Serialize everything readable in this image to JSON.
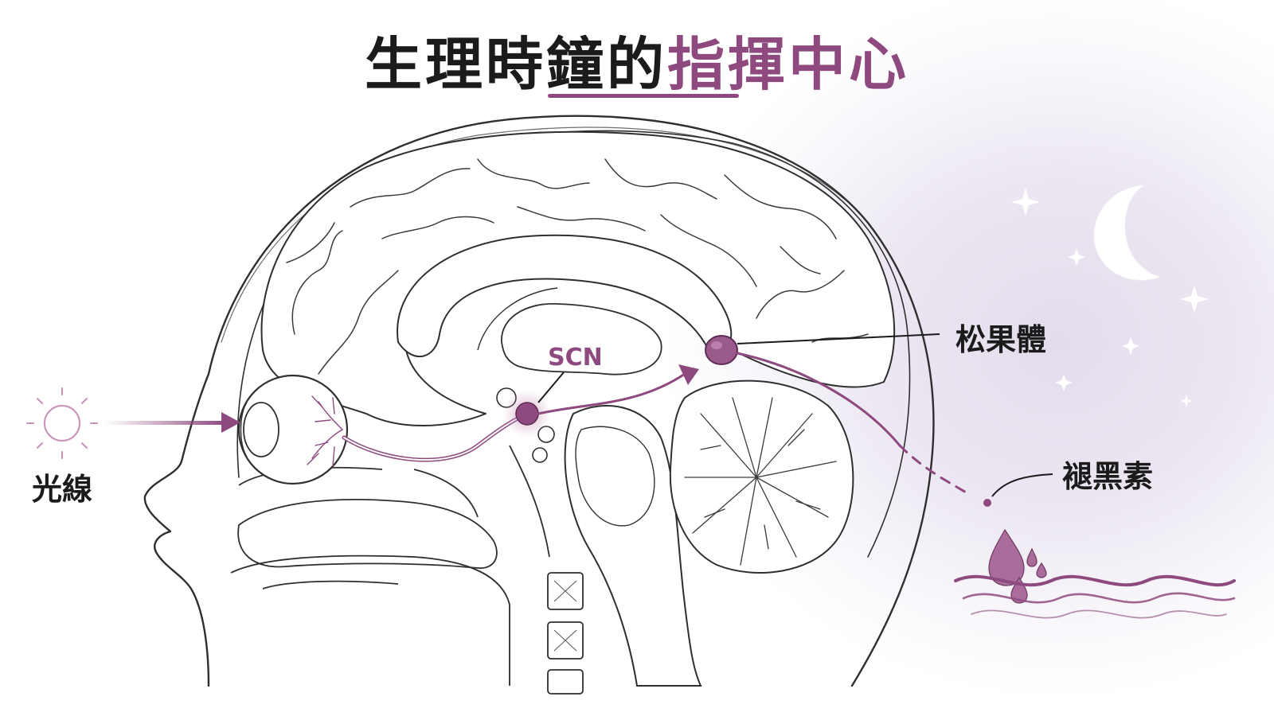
{
  "title": {
    "main": "生理時鐘的",
    "accent": "指揮中心"
  },
  "labels": {
    "light": "光線",
    "scn": "SCN",
    "pineal": "松果體",
    "melatonin": "褪黑素"
  },
  "colors": {
    "accent": "#8e4a7f",
    "accent_light": "#c98fb9",
    "ink": "#1b1b1b",
    "line": "#333333"
  },
  "icons": [
    "sun-icon",
    "moon-icon",
    "star-icon",
    "droplet-icon",
    "wave-icon",
    "arrow-icon"
  ]
}
